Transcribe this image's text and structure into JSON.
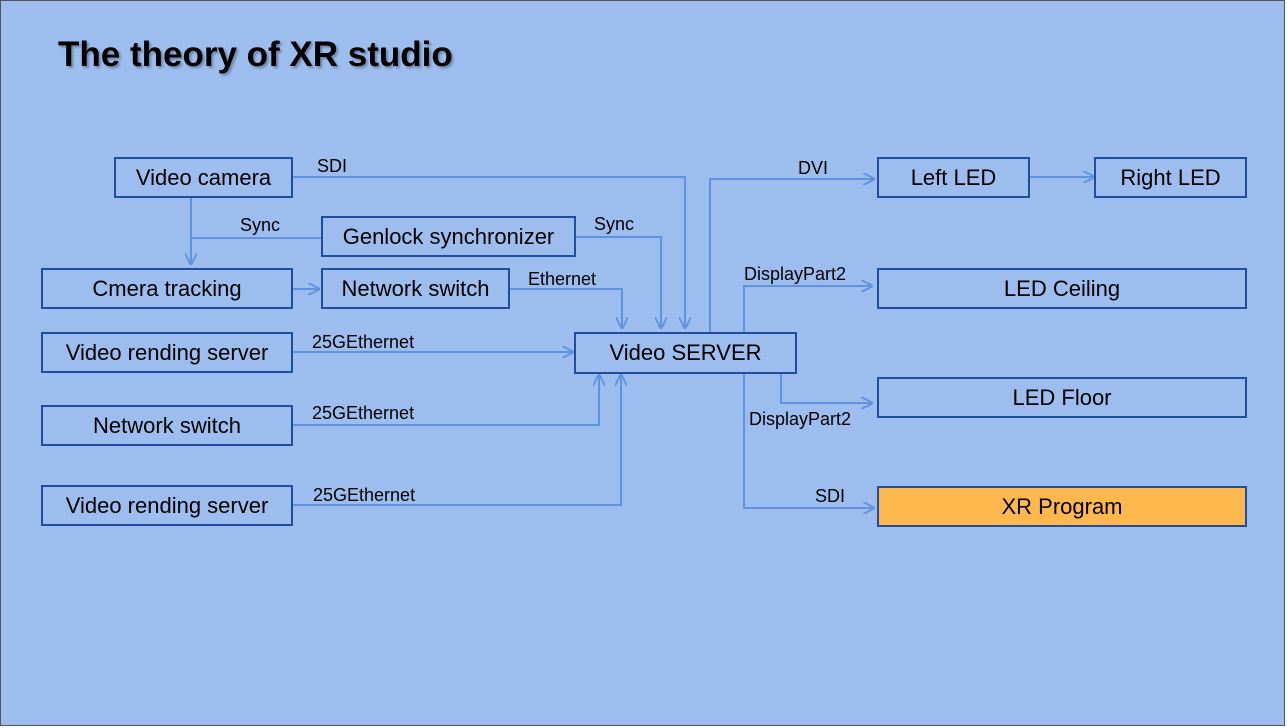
{
  "title": "The theory of XR studio",
  "colors": {
    "background": "#9dbdee",
    "box_border": "#1f4e9e",
    "wire": "#5f93e0",
    "highlight": "#ffb84d"
  },
  "nodes": {
    "video_camera": "Video camera",
    "genlock": "Genlock synchronizer",
    "camera_tracking": "Cmera tracking",
    "network_switch_top": "Network switch",
    "render_server_1": "Video rending server",
    "network_switch_bottom": "Network switch",
    "render_server_2": "Video rending server",
    "video_server": "Video SERVER",
    "left_led": "Left LED",
    "right_led": "Right LED",
    "led_ceiling": "LED Ceiling",
    "led_floor": "LED Floor",
    "xr_program": "XR Program"
  },
  "edges": {
    "camera_sdi": "SDI",
    "camera_sync": "Sync",
    "genlock_sync": "Sync",
    "switch_ethernet": "Ethernet",
    "render1_link": "25GEthernet",
    "switch2_link": "25GEthernet",
    "render2_link": "25GEthernet",
    "server_dvi": "DVI",
    "ceiling_link": "DisplayPart2",
    "floor_link": "DisplayPart2",
    "program_sdi": "SDI"
  }
}
